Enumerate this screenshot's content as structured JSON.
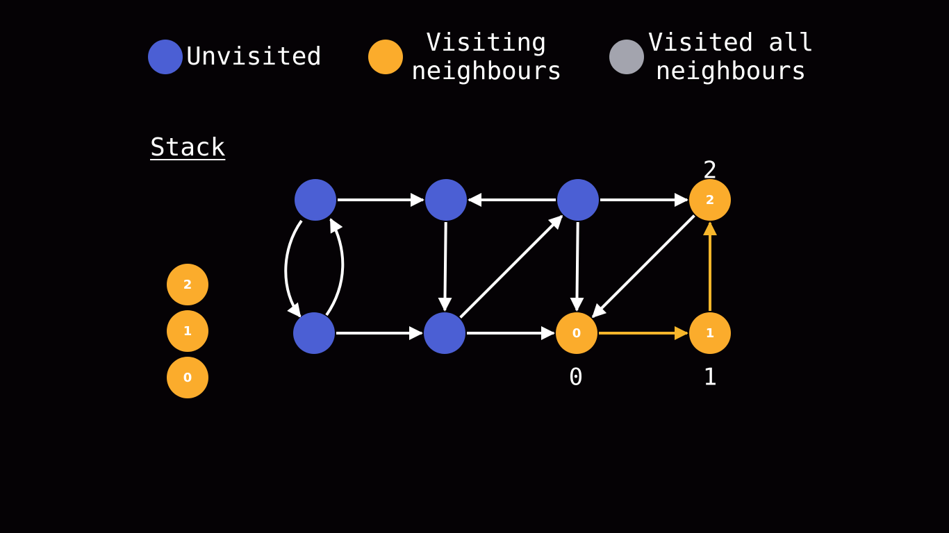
{
  "colors": {
    "background": "#050205",
    "unvisited": "#4b5fd4",
    "visiting": "#fbac2c",
    "visited": "#a3a4ae",
    "edge": "#ffffff",
    "active_edge": "#f7b62b"
  },
  "legend": {
    "unvisited": "Unvisited",
    "visiting": "Visiting\nneighbours",
    "visited": "Visited all\nneighbours"
  },
  "stack": {
    "title": "Stack",
    "items": [
      "2",
      "1",
      "0"
    ]
  },
  "graph": {
    "nodes": [
      {
        "id": "a",
        "state": "unvisited",
        "label": "",
        "order": ""
      },
      {
        "id": "b",
        "state": "unvisited",
        "label": "",
        "order": ""
      },
      {
        "id": "c",
        "state": "unvisited",
        "label": "",
        "order": ""
      },
      {
        "id": "d",
        "state": "visiting",
        "label": "2",
        "order": "2"
      },
      {
        "id": "e",
        "state": "unvisited",
        "label": "",
        "order": ""
      },
      {
        "id": "f",
        "state": "unvisited",
        "label": "",
        "order": ""
      },
      {
        "id": "g",
        "state": "visiting",
        "label": "0",
        "order": "0"
      },
      {
        "id": "h",
        "state": "visiting",
        "label": "1",
        "order": "1"
      }
    ],
    "edges": [
      {
        "from": "a",
        "to": "b",
        "active": false
      },
      {
        "from": "c",
        "to": "b",
        "active": false
      },
      {
        "from": "c",
        "to": "d",
        "active": false
      },
      {
        "from": "a",
        "to": "e",
        "active": false
      },
      {
        "from": "e",
        "to": "a",
        "active": false
      },
      {
        "from": "b",
        "to": "f",
        "active": false
      },
      {
        "from": "f",
        "to": "c",
        "active": false
      },
      {
        "from": "c",
        "to": "g",
        "active": false
      },
      {
        "from": "d",
        "to": "g",
        "active": false
      },
      {
        "from": "e",
        "to": "f",
        "active": false
      },
      {
        "from": "f",
        "to": "g",
        "active": false
      },
      {
        "from": "g",
        "to": "h",
        "active": true
      },
      {
        "from": "h",
        "to": "d",
        "active": true
      }
    ]
  }
}
